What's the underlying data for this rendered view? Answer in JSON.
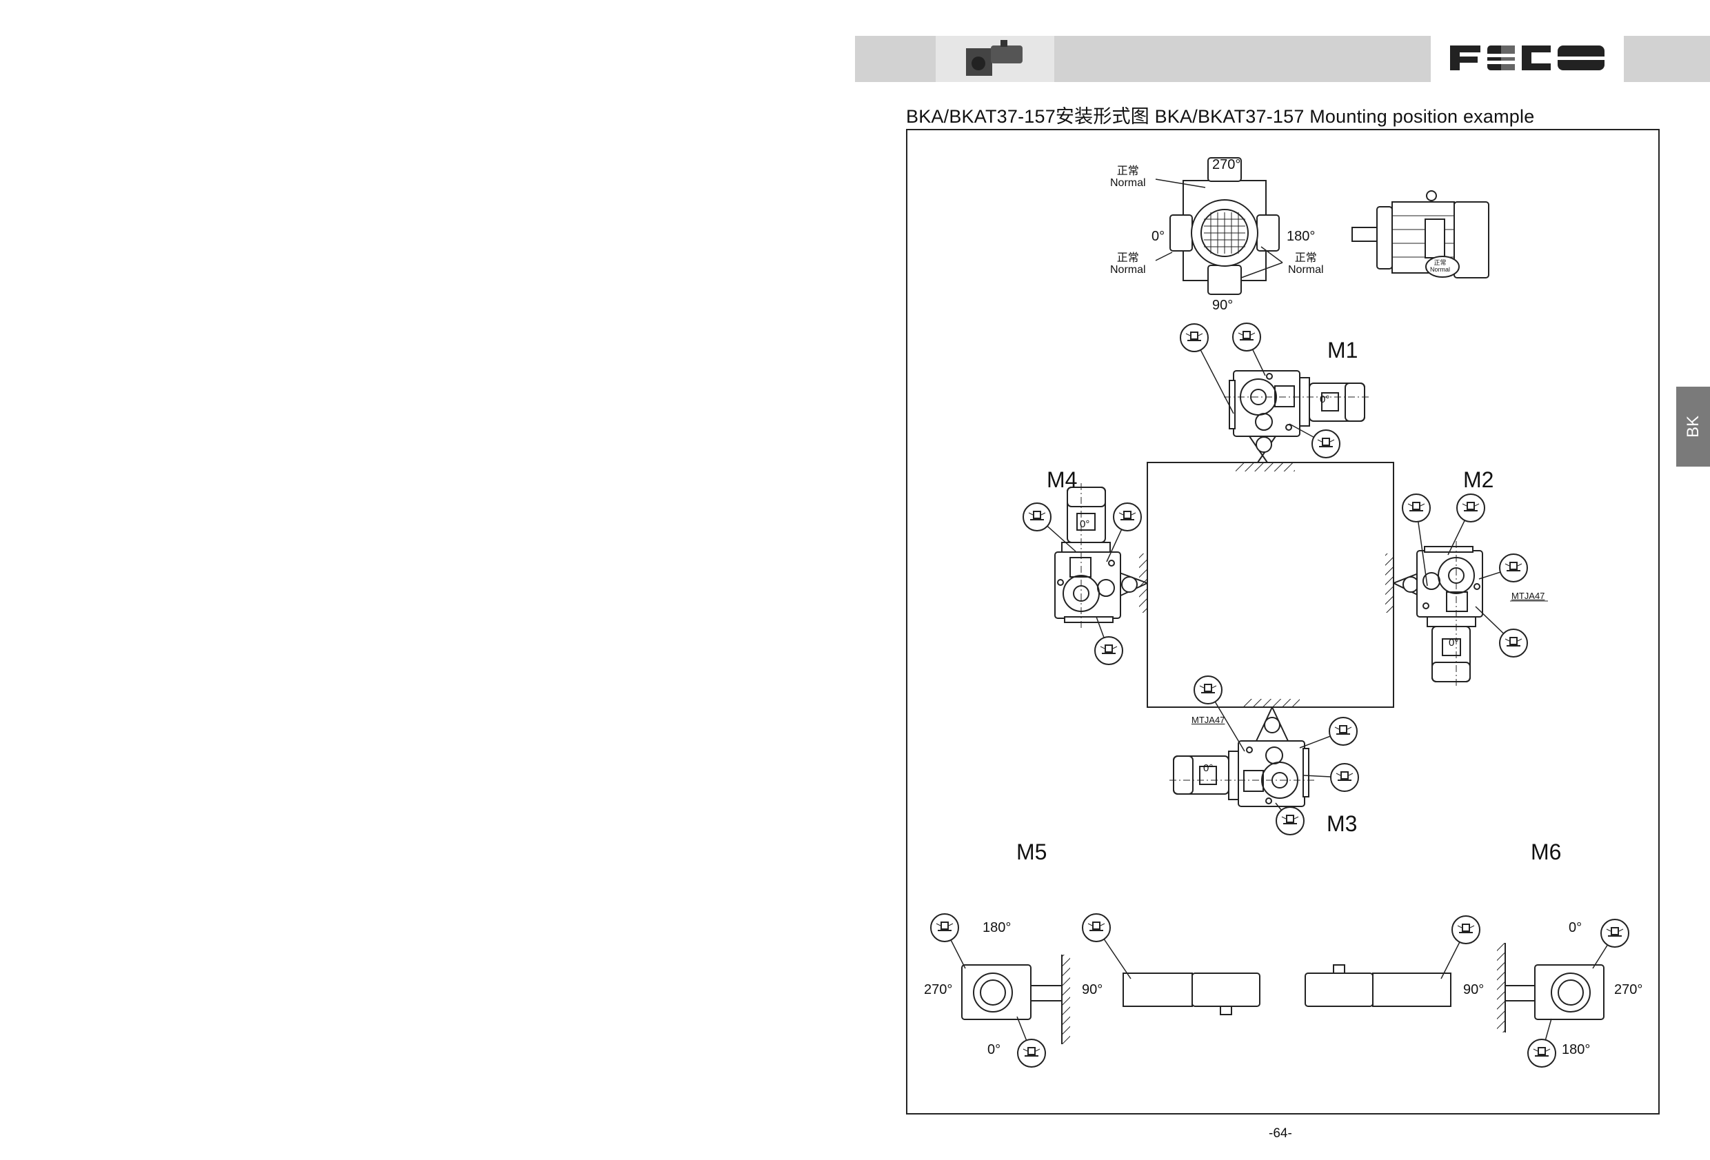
{
  "header": {
    "logo_text": "FECO",
    "product_image": "gear-motor-thumbnail"
  },
  "title": "BKA/BKAT37-157安装形式图  BKA/BKAT37-157 Mounting position example",
  "side_tab": "BK",
  "page_number": "-64-",
  "reference_view": {
    "angles": {
      "top": "270°",
      "left": "0°",
      "right": "180°",
      "bottom": "90°"
    },
    "normal_labels": [
      {
        "cn": "正常",
        "en": "Normal"
      },
      {
        "cn": "正常",
        "en": "Normal"
      },
      {
        "cn": "正常",
        "en": "Normal"
      }
    ],
    "terminal_box_label": {
      "cn": "正常",
      "en": "Normal"
    }
  },
  "positions": {
    "M1": {
      "label": "M1",
      "motor_label": "0°"
    },
    "M2": {
      "label": "M2",
      "motor_label": "0°",
      "note": "MTJA47"
    },
    "M3": {
      "label": "M3",
      "motor_label": "0°",
      "note": "MTJA47"
    },
    "M4": {
      "label": "M4",
      "motor_label": "0°"
    },
    "M5": {
      "label": "M5",
      "angles": {
        "top": "180°",
        "left": "270°",
        "bottom": "0°",
        "side": "90°"
      }
    },
    "M6": {
      "label": "M6",
      "angles": {
        "top": "0°",
        "right": "270°",
        "bottom": "180°",
        "side": "90°"
      }
    }
  }
}
